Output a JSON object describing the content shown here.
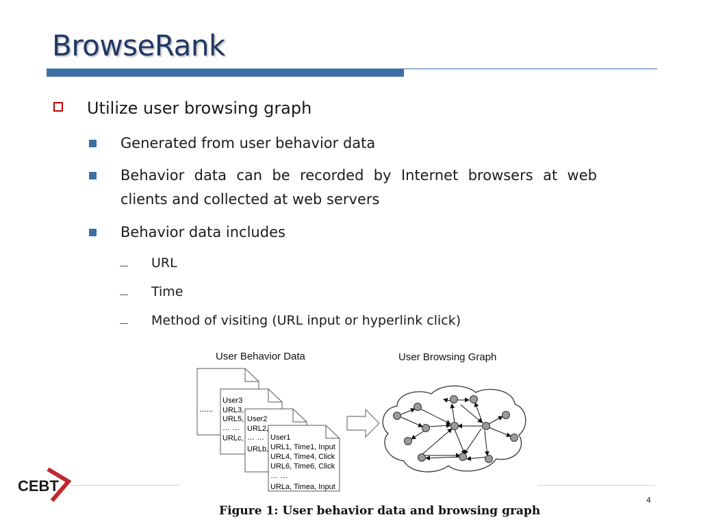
{
  "title": "BrowseRank",
  "bullet1": "Utilize user browsing graph",
  "subbullets": [
    "Generated from user behavior data",
    "Behavior data can be recorded by Internet browsers at web clients and collected at web servers",
    "Behavior data includes"
  ],
  "subsubbullets": [
    "URL",
    "Time",
    "Method of visiting (URL input or hyperlink click)"
  ],
  "figure": {
    "left_title": "User Behavior Data",
    "right_title": "User Browsing Graph",
    "ellipsis": "......",
    "doc3": [
      "User3",
      "URL3,",
      "URL5,",
      "… …",
      "URLc,"
    ],
    "doc2": [
      "User2",
      "URL2,",
      "… …",
      "URLb,"
    ],
    "doc1": [
      "User1",
      "URL1, Time1, Input",
      "URL4, Time4, Click",
      "URL6, Time6, Click",
      "… …",
      "URLa, Timea, Input"
    ],
    "caption": "Figure 1: User behavior data and browsing graph"
  },
  "logo_text": "CEBT",
  "page_number": "4",
  "colors": {
    "accent": "#3d6fa5",
    "title": "#1f3864",
    "bullet_box": "#c00000",
    "logo_red": "#c0282d"
  }
}
